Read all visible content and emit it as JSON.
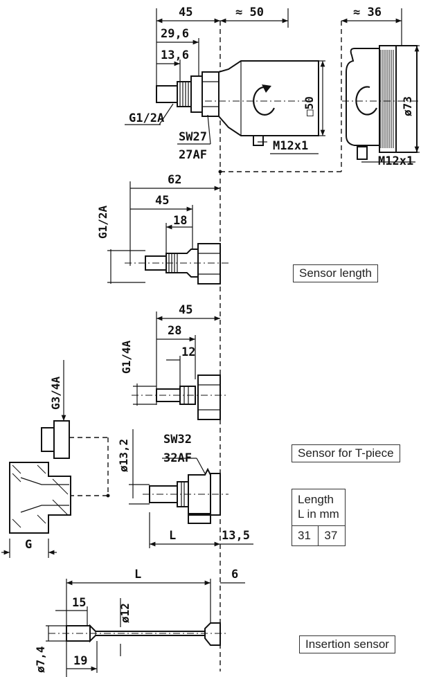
{
  "labels": {
    "sensor_length": "Sensor length",
    "sensor_tpiece": "Sensor for T-piece",
    "insertion_sensor": "Insertion sensor"
  },
  "table": {
    "header_line1": "Length",
    "header_line2": "L in mm",
    "values": [
      "31",
      "37"
    ]
  },
  "dims": {
    "top_45": "45",
    "top_50": "≈ 50",
    "top_36": "≈ 36",
    "d_29_6": "29,6",
    "d_13_6": "13,6",
    "g1_2a_top": "G1/2A",
    "sw27": "SW27",
    "af27": "27AF",
    "sq50": "□50",
    "m12_front": "M12x1",
    "phi73": "ø73",
    "m12_side": "M12x1",
    "d_62": "62",
    "d_45_b": "45",
    "d_18": "18",
    "g1_2a_b": "G1/2A",
    "d_45_c": "45",
    "d_28": "28",
    "d_12": "12",
    "g1_4a": "G1/4A",
    "g3_4a": "G3/4A",
    "phi13_2": "ø13,2",
    "sw32": "SW32",
    "af32": "32AF",
    "g": "G",
    "l_tp": "L",
    "d_13_5": "13,5",
    "l_ins": "L",
    "d_6": "6",
    "d_15": "15",
    "phi12": "ø12",
    "phi7_4": "ø7,4",
    "d_19": "19"
  }
}
